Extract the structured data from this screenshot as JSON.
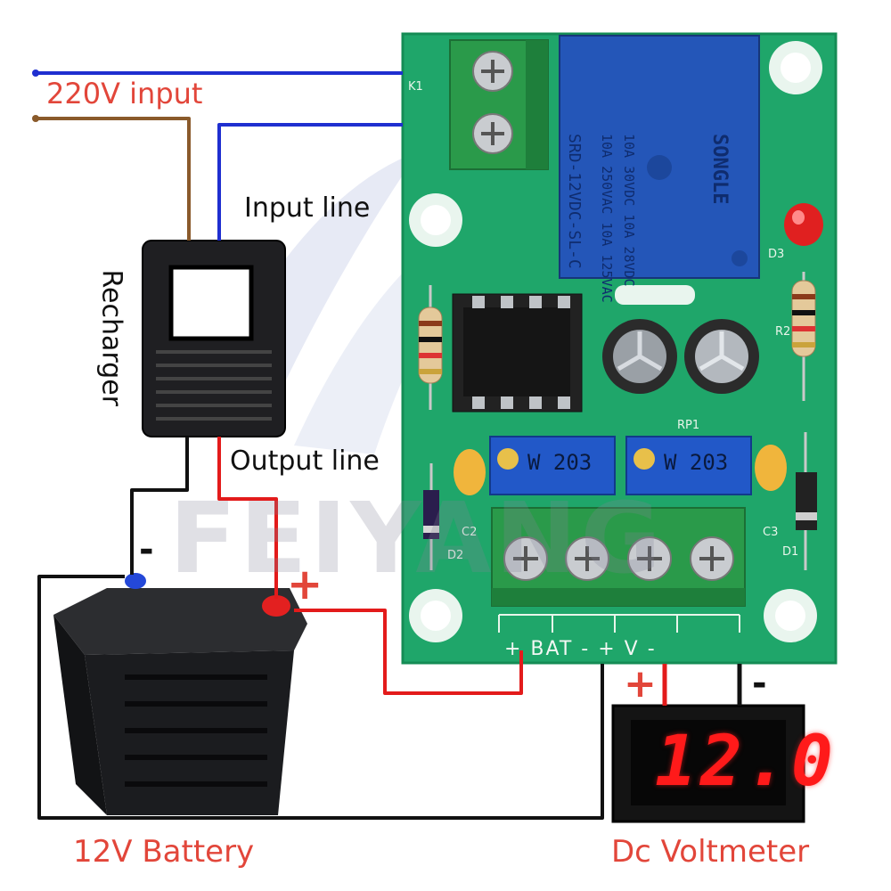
{
  "labels": {
    "mains_input": "220V input",
    "input_line": "Input line",
    "output_line": "Output line",
    "recharger": "Recharger",
    "battery": "12V Battery",
    "voltmeter": "Dc Voltmeter",
    "battery_negative": "-",
    "battery_positive": "+",
    "voltmeter_positive": "+",
    "voltmeter_negative": "-"
  },
  "watermark": "FEIYANG",
  "board": {
    "terminal_labels": "+ BAT -  + V -",
    "relay_model": "SRD-12VDC-SL-C",
    "relay_rating_1": "10A 250VAC  10A 125VAC",
    "relay_rating_2": "10A 30VDC  10A 28VDC",
    "relay_brand": "SONGLE",
    "pot_a": "W 203",
    "pot_b": "W 203",
    "silk_rp1": "RP1",
    "silk_d3": "D3",
    "silk_d1": "D1",
    "silk_d2": "D2",
    "silk_c2": "C2",
    "silk_c3": "C3",
    "silk_r2": "R2",
    "silk_k1": "K1"
  },
  "voltmeter_reading": "12.0",
  "colors": {
    "wire_blue": "#1f2fd0",
    "wire_brown": "#8a5a2b",
    "wire_red": "#e31b1b",
    "wire_black": "#111111",
    "pcb_green": "#1fa66a",
    "relay_blue": "#2456b8",
    "label_red": "#e2463a"
  },
  "icons": [
    "recharger-icon",
    "battery-icon",
    "voltmeter-icon",
    "relay-icon",
    "terminal-block-icon",
    "potentiometer-icon",
    "capacitor-icon",
    "resistor-icon",
    "diode-icon",
    "led-icon",
    "ic-chip-icon"
  ]
}
